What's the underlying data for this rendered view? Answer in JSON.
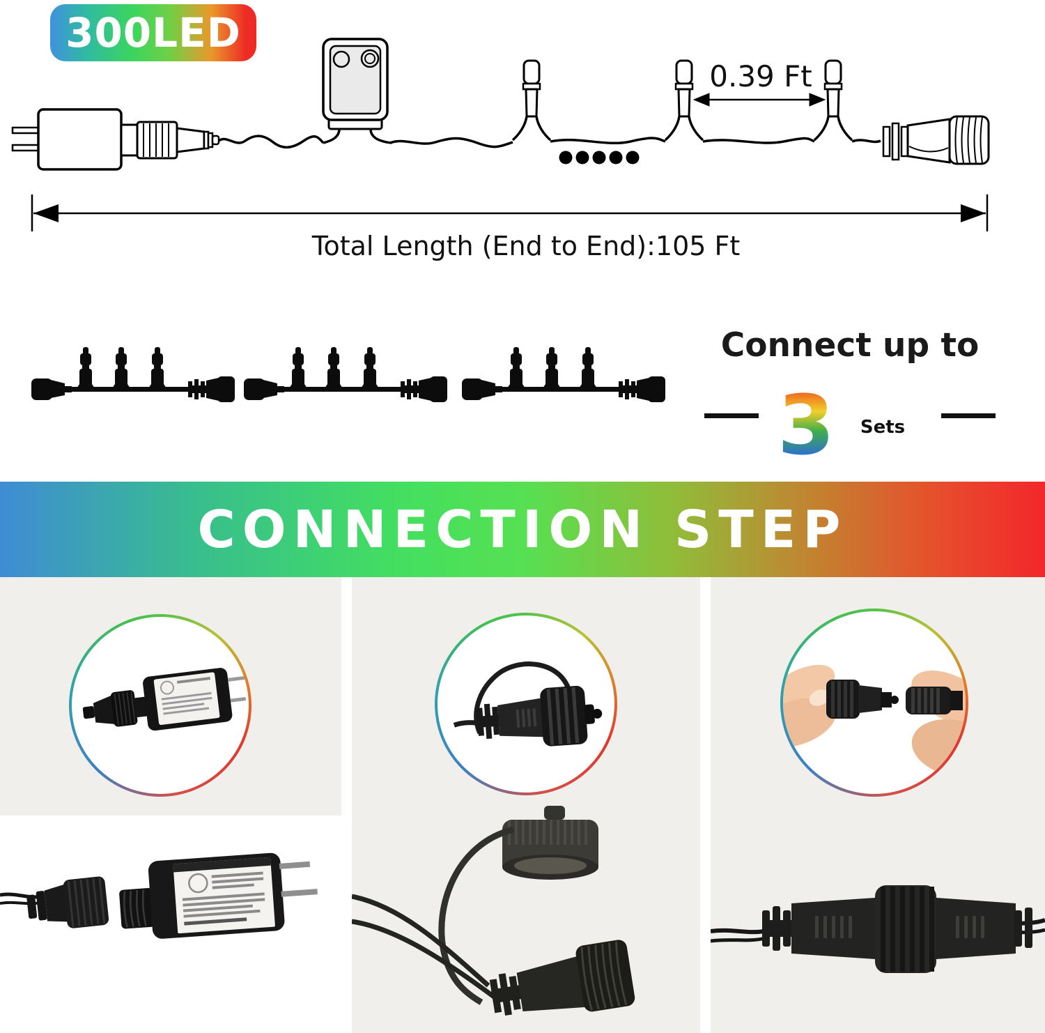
{
  "badge": {
    "label": "300LED"
  },
  "top_diagram": {
    "bulb_spacing_label": "0.39 Ft",
    "total_length_label": "Total Length (End to End):105 Ft",
    "led_dots_count": 5,
    "bulbs_shown": 3
  },
  "connect": {
    "line1": "Connect up to",
    "number": "3",
    "unit": "Sets",
    "sets_shown": 3,
    "bulbs_per_set": 3
  },
  "banner": {
    "label": "CONNECTION STEP"
  },
  "steps": [
    {
      "name": "controller-with-plug"
    },
    {
      "name": "waterproof-cap-connector"
    },
    {
      "name": "hands-joining-connectors"
    }
  ],
  "colors": {
    "badge-gradient": "linear-gradient(90deg,#3f92dd 0%,#30bba0 18%,#3bd55e 40%,#71cf46 58%,#e9992b 78%,#ee2b24 95%)",
    "banner-gradient": "linear-gradient(90deg,#3f8cd5 0%,#38bc90 18%,#43df60 38%,#56e052 50%,#8fbe3a 64%,#c08631 77%,#e5512c 89%,#f3262a 100%)",
    "ring-gradient": "conic-gradient(from 0deg,#55c24b,#b8c233 40deg,#e07f28 75deg,#e0382e 115deg,#d44f48 170deg,#3b80c6 225deg,#2fa6a4 285deg,#43bf52 335deg,#55c24b 360deg)",
    "photo-bg": "#f0efec",
    "number-gradient": [
      "#e8262a",
      "#ef7e23",
      "#f2cf2b",
      "#3fae49",
      "#2e6fd2"
    ]
  }
}
